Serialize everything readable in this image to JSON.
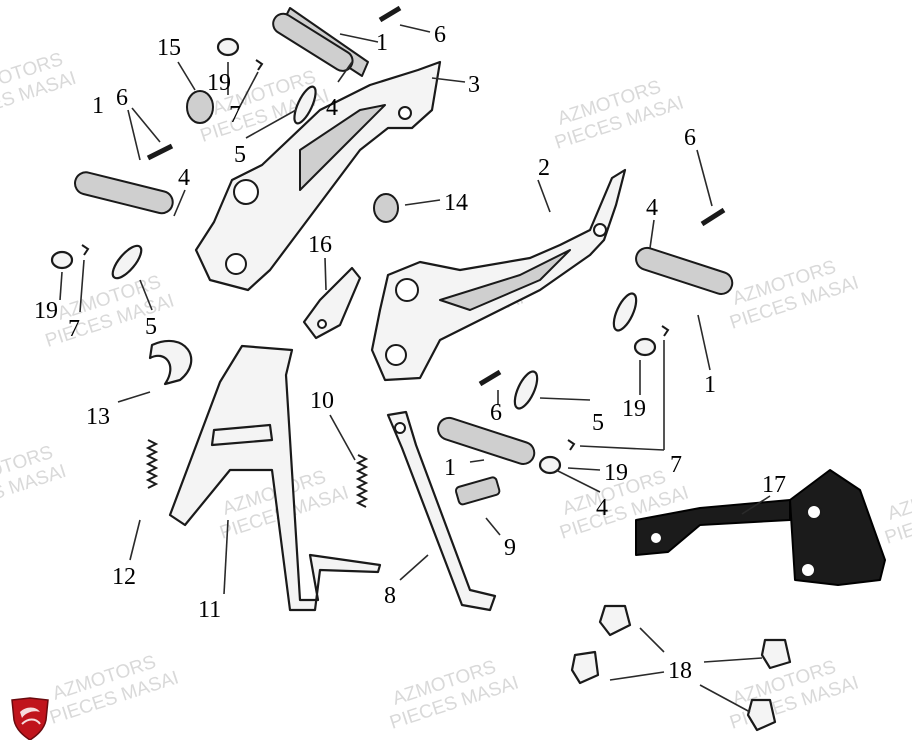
{
  "diagram": {
    "watermark_line1": "AZMOTORS",
    "watermark_line2": "PIECES MASAI",
    "callouts": [
      "1",
      "2",
      "3",
      "4",
      "5",
      "6",
      "7",
      "8",
      "9",
      "10",
      "11",
      "12",
      "13",
      "14",
      "15",
      "16",
      "17",
      "18",
      "19"
    ],
    "brand_color": "#c0141c"
  }
}
